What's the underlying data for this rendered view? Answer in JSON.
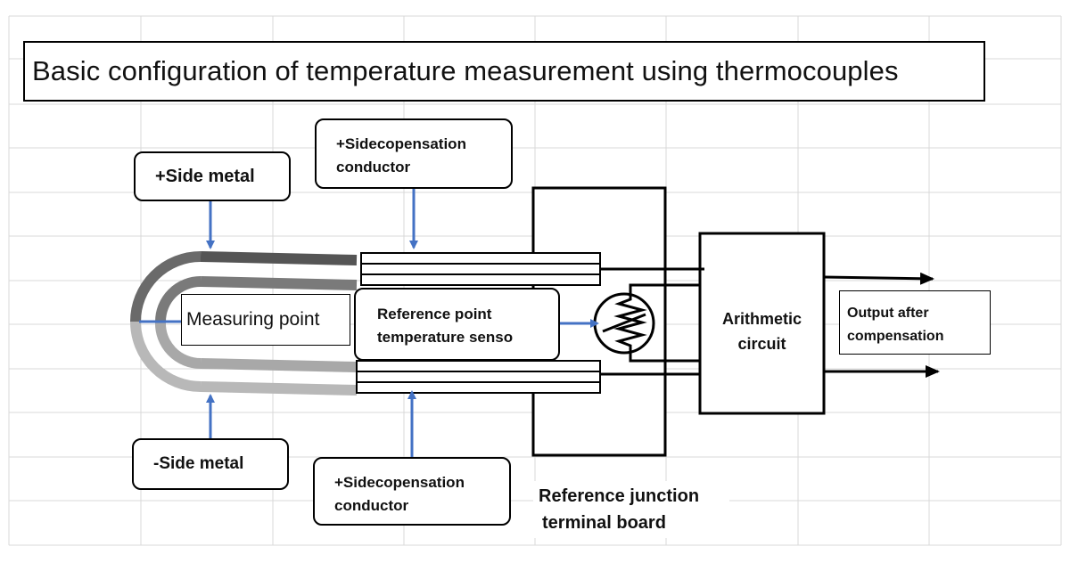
{
  "title": "Basic configuration of temperature measurement using thermocouples",
  "labels": {
    "plus_side_metal": "+Side metal",
    "minus_side_metal": "-Side metal",
    "plus_comp_top_line1": "+Sidecopensation",
    "plus_comp_top_line2": "conductor",
    "plus_comp_bottom_line1": "+Sidecopensation",
    "plus_comp_bottom_line2": "conductor",
    "measuring_point": "Measuring point",
    "ref_sensor_line1": "Reference point",
    "ref_sensor_line2": "temperature senso",
    "arithmetic_line1": "Arithmetic",
    "arithmetic_line2": "circuit",
    "output_line1": "Output after",
    "output_line2": "compensation",
    "terminal_board_line1": "Reference junction",
    "terminal_board_line2": "terminal board"
  },
  "colors": {
    "arrow_blue": "#4472c4",
    "plus_metal": "#606060",
    "minus_metal": "#b0b0b0",
    "grid": "#d9d9d9"
  },
  "icons": {
    "thermistor": "resistor-in-circle-icon"
  }
}
